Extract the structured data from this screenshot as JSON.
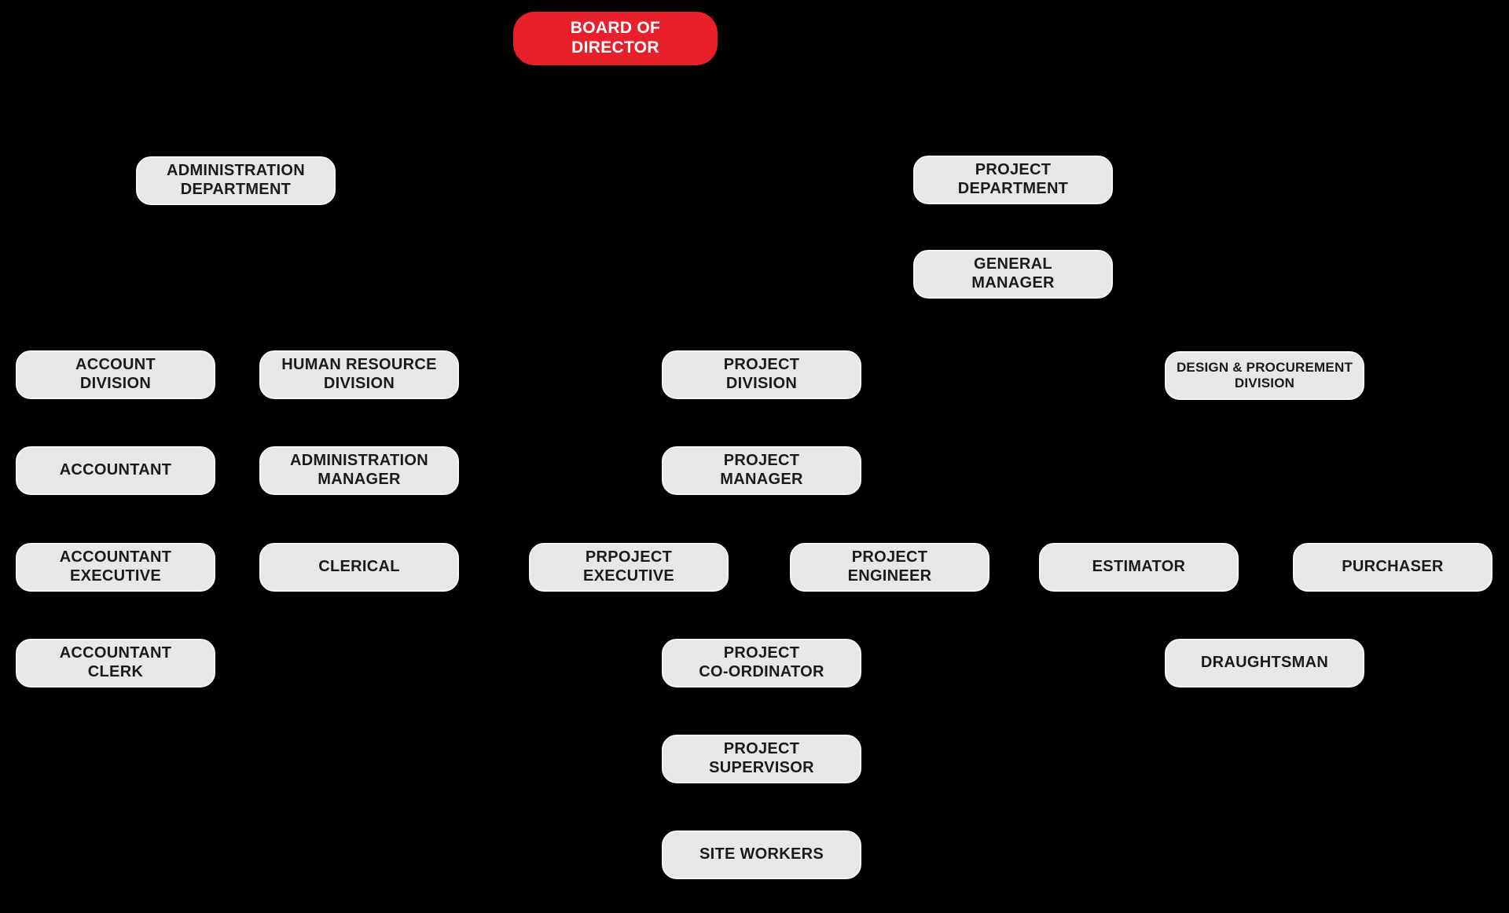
{
  "page": {
    "background": "#000000",
    "description": "Company organization chart on black background; connector lines not visible"
  },
  "palette": {
    "node_fill": "#e6e7e8",
    "node_border": "#f4f5f5",
    "node_text": "#1b1b1d",
    "root_fill": "#e8202b",
    "root_text": "#ffffff"
  },
  "nodes": {
    "board_of_director": {
      "label": "BOARD OF\nDIRECTOR",
      "variant": "root"
    },
    "administration_department": {
      "label": "ADMINISTRATION\nDEPARTMENT",
      "variant": "gray"
    },
    "project_department": {
      "label": "PROJECT\nDEPARTMENT",
      "variant": "gray"
    },
    "general_manager": {
      "label": "GENERAL\nMANAGER",
      "variant": "gray"
    },
    "account_division": {
      "label": "ACCOUNT\nDIVISION",
      "variant": "gray"
    },
    "human_resource_division": {
      "label": "HUMAN RESOURCE\nDIVISION",
      "variant": "gray"
    },
    "project_division": {
      "label": "PROJECT\nDIVISION",
      "variant": "gray"
    },
    "design_procurement_division": {
      "label": "DESIGN & PROCUREMENT\nDIVISION",
      "variant": "gray"
    },
    "accountant": {
      "label": "ACCOUNTANT",
      "variant": "gray"
    },
    "administration_manager": {
      "label": "ADMINISTRATION\nMANAGER",
      "variant": "gray"
    },
    "project_manager": {
      "label": "PROJECT\nMANAGER",
      "variant": "gray"
    },
    "accountant_executive": {
      "label": "ACCOUNTANT\nEXECUTIVE",
      "variant": "gray"
    },
    "clerical": {
      "label": "CLERICAL",
      "variant": "gray"
    },
    "prpoject_executive": {
      "label": "PRPOJECT\nEXECUTIVE",
      "variant": "gray"
    },
    "project_engineer": {
      "label": "PROJECT\nENGINEER",
      "variant": "gray"
    },
    "estimator": {
      "label": "ESTIMATOR",
      "variant": "gray"
    },
    "purchaser": {
      "label": "PURCHASER",
      "variant": "gray"
    },
    "accountant_clerk": {
      "label": "ACCOUNTANT\nCLERK",
      "variant": "gray"
    },
    "project_co_ordinator": {
      "label": "PROJECT\nCO-ORDINATOR",
      "variant": "gray"
    },
    "draughtsman": {
      "label": "DRAUGHTSMAN",
      "variant": "gray"
    },
    "project_supervisor": {
      "label": "PROJECT\nSUPERVISOR",
      "variant": "gray"
    },
    "site_workers": {
      "label": "SITE WORKERS",
      "variant": "gray"
    }
  }
}
